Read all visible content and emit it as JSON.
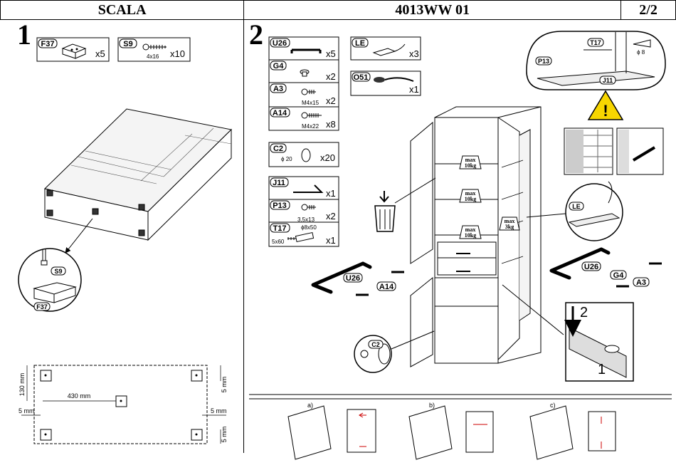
{
  "header": {
    "left": "SCALA",
    "center": "4013WW 01",
    "right": "2/2"
  },
  "step1": {
    "number": "1",
    "parts": [
      {
        "code": "F37",
        "qty": "x5"
      },
      {
        "code": "S9",
        "size": "4x16",
        "qty": "x10"
      }
    ],
    "detail_tags": [
      "S9",
      "F37"
    ],
    "dims": {
      "d130": "130 mm",
      "d430": "430 mm",
      "d5a": "5 mm",
      "d5b": "5 mm",
      "d5c": "5 mm",
      "d5d": "5 mm"
    }
  },
  "step2": {
    "number": "2",
    "parts_left": [
      {
        "code": "U26",
        "qty": "x5"
      },
      {
        "code": "G4",
        "qty": "x2"
      },
      {
        "code": "A3",
        "size": "M4x15",
        "qty": "x2"
      },
      {
        "code": "A14",
        "size": "M4x22",
        "qty": "x8"
      },
      {
        "code": "C2",
        "size": "ϕ 20",
        "qty": "x20"
      },
      {
        "code": "J11",
        "qty": "x1"
      },
      {
        "code": "P13",
        "size": "3,5x13",
        "qty": "x2"
      },
      {
        "code": "T17",
        "size": "ϕ8x50",
        "size2": "5x60",
        "qty": "x1"
      }
    ],
    "parts_right": [
      {
        "code": "LE",
        "qty": "x3"
      },
      {
        "code": "O51",
        "qty": "x1"
      }
    ],
    "wall_detail": {
      "t17": "T17",
      "p13": "P13",
      "j11": "J11",
      "dia": "ϕ 8"
    },
    "loads": [
      {
        "line1": "max",
        "line2": "10kg"
      },
      {
        "line1": "max",
        "line2": "10kg"
      },
      {
        "line1": "max",
        "line2": "10kg"
      },
      {
        "line1": "max",
        "line2": "3kg"
      }
    ],
    "tags": {
      "u26a": "U26",
      "a14": "A14",
      "u26b": "U26",
      "g4": "G4",
      "a3": "A3",
      "c2": "C2",
      "le": "LE"
    },
    "hinge_steps": {
      "a": "a)",
      "b": "b)",
      "c": "c)"
    }
  }
}
